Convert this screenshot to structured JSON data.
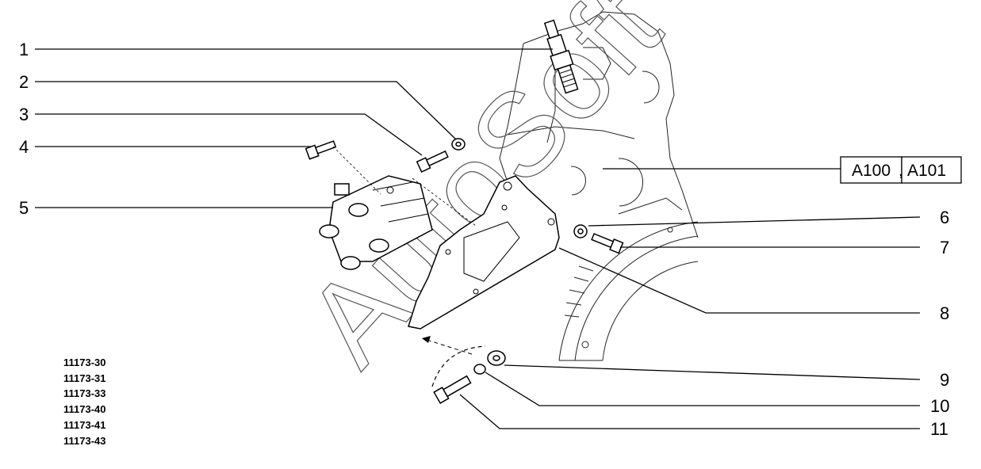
{
  "callouts": [
    {
      "id": "1",
      "label": "1"
    },
    {
      "id": "2",
      "label": "2"
    },
    {
      "id": "3",
      "label": "3"
    },
    {
      "id": "4",
      "label": "4"
    },
    {
      "id": "5",
      "label": "5"
    },
    {
      "id": "6",
      "label": "6"
    },
    {
      "id": "7",
      "label": "7"
    },
    {
      "id": "8",
      "label": "8"
    },
    {
      "id": "9",
      "label": "9"
    },
    {
      "id": "10",
      "label": "10"
    },
    {
      "id": "11",
      "label": "11"
    }
  ],
  "references": [
    "A100",
    "A101"
  ],
  "model_codes": [
    "11173-30",
    "11173-31",
    "11173-33",
    "11173-40",
    "11173-41",
    "11173-43"
  ],
  "watermark": "AutoSoft"
}
